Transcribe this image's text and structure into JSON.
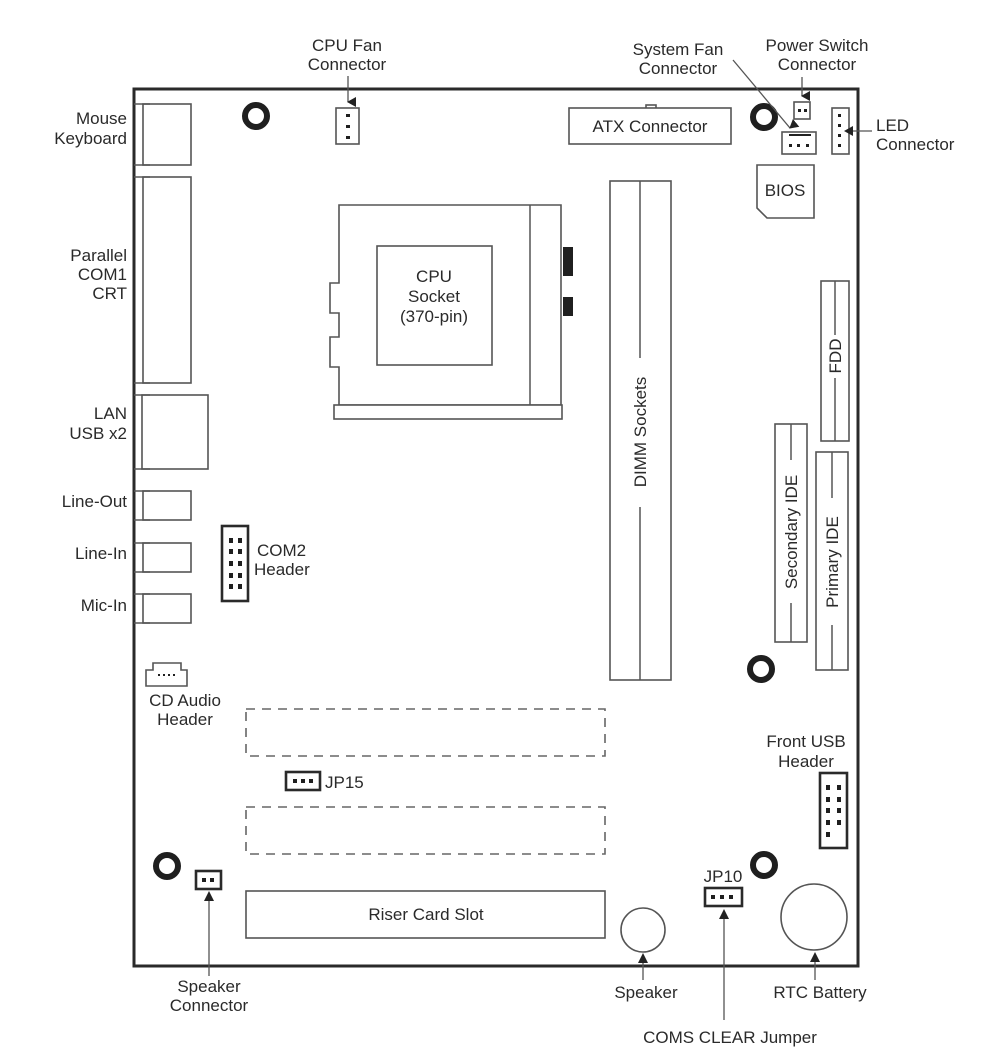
{
  "diagram": {
    "title": "Motherboard Layout",
    "colors": {
      "line": "#555555",
      "text": "#2a2a2a",
      "background": "#ffffff"
    },
    "external_labels": {
      "cpu_fan": [
        "CPU Fan",
        "Connector"
      ],
      "system_fan": [
        "System Fan",
        "Connector"
      ],
      "power_switch": [
        "Power Switch",
        "Connector"
      ],
      "led": [
        "LED",
        "Connector"
      ],
      "mouse_keyboard": [
        "Mouse",
        "Keyboard"
      ],
      "parallel_com1_crt": [
        "Parallel",
        "COM1",
        "CRT"
      ],
      "lan_usb": [
        "LAN",
        "USB x2"
      ],
      "line_out": "Line-Out",
      "line_in": "Line-In",
      "mic_in": "Mic-In",
      "speaker_connector": [
        "Speaker",
        "Connector"
      ],
      "speaker": "Speaker",
      "coms_clear": "COMS CLEAR Jumper",
      "rtc_battery": "RTC Battery"
    },
    "board_labels": {
      "atx": "ATX Connector",
      "bios": "BIOS",
      "cpu_socket": [
        "CPU",
        "Socket",
        "(370-pin)"
      ],
      "dimm": "DIMM Sockets",
      "fdd": "FDD",
      "secondary_ide": "Secondary IDE",
      "primary_ide": "Primary IDE",
      "com2": [
        "COM2",
        "Header"
      ],
      "cd_audio": [
        "CD Audio",
        "Header"
      ],
      "jp15": "JP15",
      "riser": "Riser Card Slot",
      "front_usb": [
        "Front USB",
        "Header"
      ],
      "jp10": "JP10"
    }
  }
}
